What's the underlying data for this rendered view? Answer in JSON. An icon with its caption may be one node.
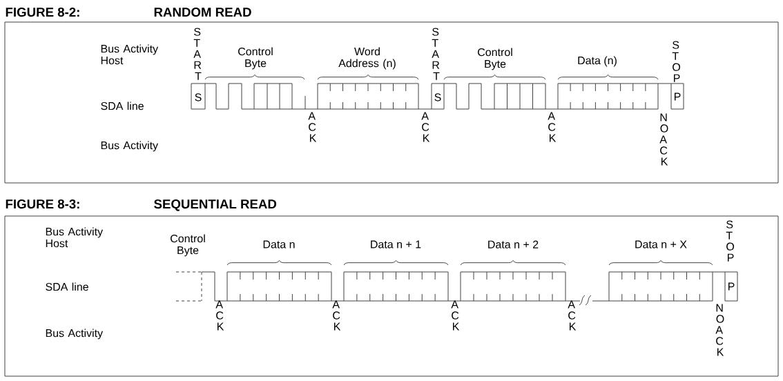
{
  "diagram": {
    "labels": [
      "FIGURE 8-2:",
      "RANDOM READ",
      "Bus Activity Host",
      "START",
      "Control Byte",
      "Word Address (n)",
      "START",
      "Control Byte",
      "Data (n)",
      "STOP",
      "S",
      "SDA line",
      "S",
      "P",
      "ACK",
      "ACK",
      "ACK",
      "NO ACK",
      "Bus Activity",
      "FIGURE 8-3:",
      "SEQUENTIAL READ",
      "Bus Activity Host",
      "Control Byte",
      "Data n",
      "Data n + 1",
      "Data n + 2",
      "Data n + X",
      "STOP",
      "SDA line",
      "P",
      "ACK",
      "ACK",
      "ACK",
      "ACK",
      "NO ACK",
      "Bus Activity"
    ]
  }
}
